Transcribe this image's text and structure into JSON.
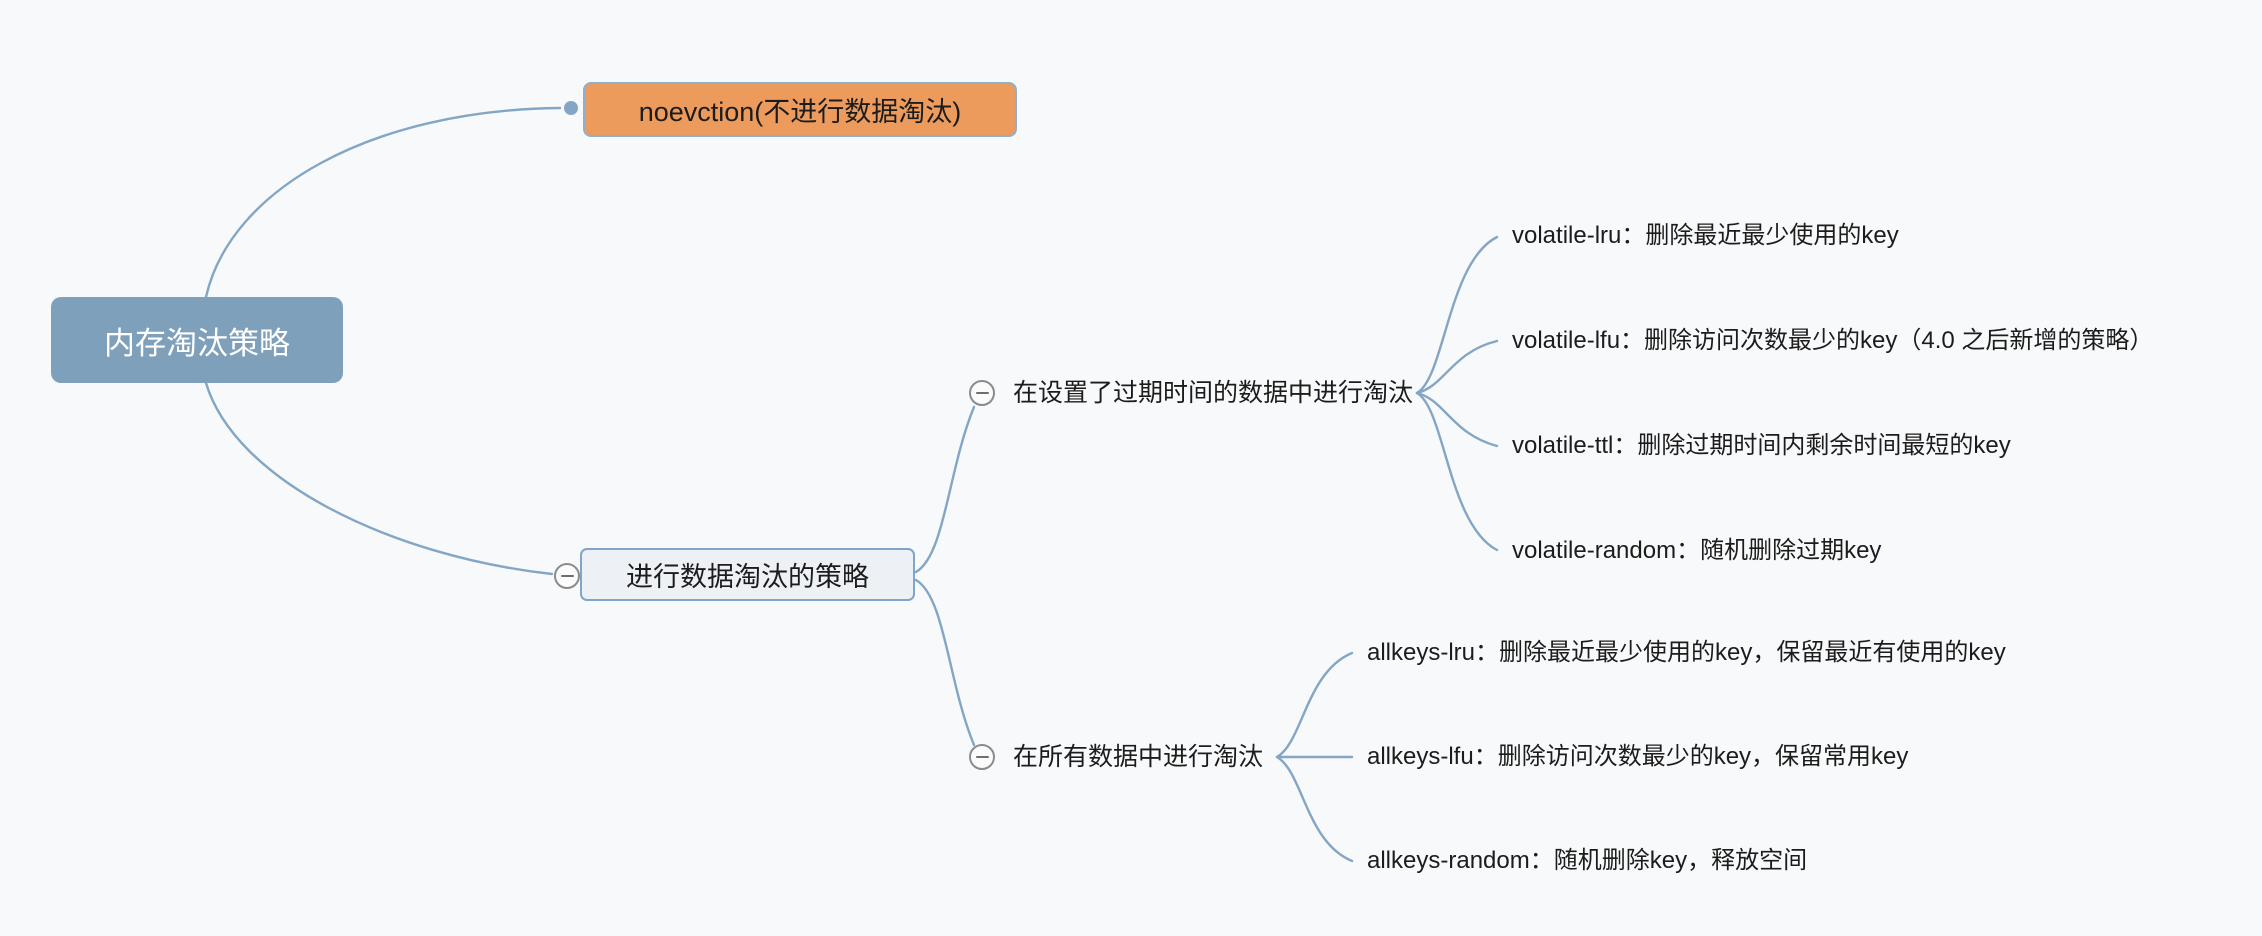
{
  "page": {
    "background_color": "#f8f9fa"
  },
  "theme": {
    "connector_line_color": "#83a6c4",
    "root_node_bg": "#7fa0ba",
    "root_node_text_color": "#ffffff",
    "noeviction_node_bg": "#ec9b5c",
    "noeviction_node_border": "#8fb0cc",
    "eviction_node_bg": "#edf1f6",
    "eviction_node_border": "#7fa5c9",
    "text_color": "#1c1c1c",
    "collapse_button_border": "#8b8b8b"
  },
  "mindmap": {
    "root": {
      "label": "内存淘汰策略"
    },
    "branches": [
      {
        "id": "noeviction",
        "label": "noevction(不进行数据淘汰)"
      },
      {
        "id": "eviction",
        "label": "进行数据淘汰的策略",
        "groups": [
          {
            "label": "在设置了过期时间的数据中进行淘汰",
            "items": [
              {
                "label": "volatile-lru：删除最近最少使用的key"
              },
              {
                "label": "volatile-lfu：删除访问次数最少的key（4.0 之后新增的策略）"
              },
              {
                "label": "volatile-ttl：删除过期时间内剩余时间最短的key"
              },
              {
                "label": "volatile-random：随机删除过期key"
              }
            ]
          },
          {
            "label": "在所有数据中进行淘汰",
            "items": [
              {
                "label": "allkeys-lru：删除最近最少使用的key，保留最近有使用的key"
              },
              {
                "label": "allkeys-lfu：删除访问次数最少的key，保留常用key"
              },
              {
                "label": "allkeys-random：随机删除key，释放空间"
              }
            ]
          }
        ]
      }
    ]
  }
}
